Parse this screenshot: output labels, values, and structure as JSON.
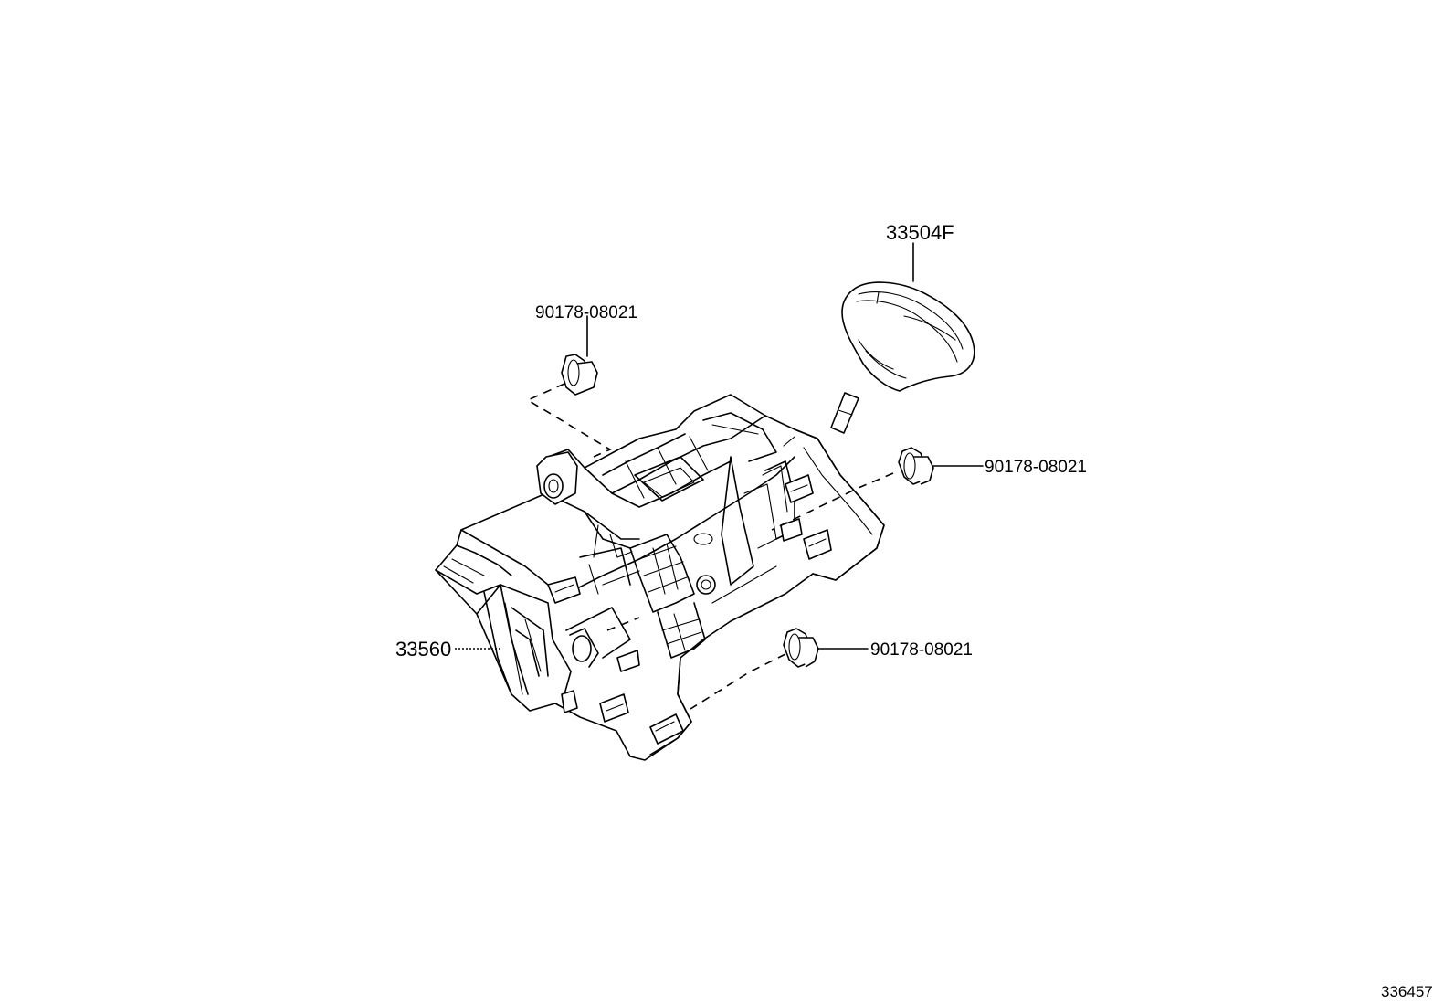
{
  "diagram": {
    "figure_number": "336457",
    "callouts": [
      {
        "id": "knob",
        "label": "33504F"
      },
      {
        "id": "bolt-top",
        "label": "90178-08021"
      },
      {
        "id": "bolt-right",
        "label": "90178-08021"
      },
      {
        "id": "bolt-bottom",
        "label": "90178-08021"
      },
      {
        "id": "shifter-assembly",
        "label": "33560"
      }
    ]
  }
}
